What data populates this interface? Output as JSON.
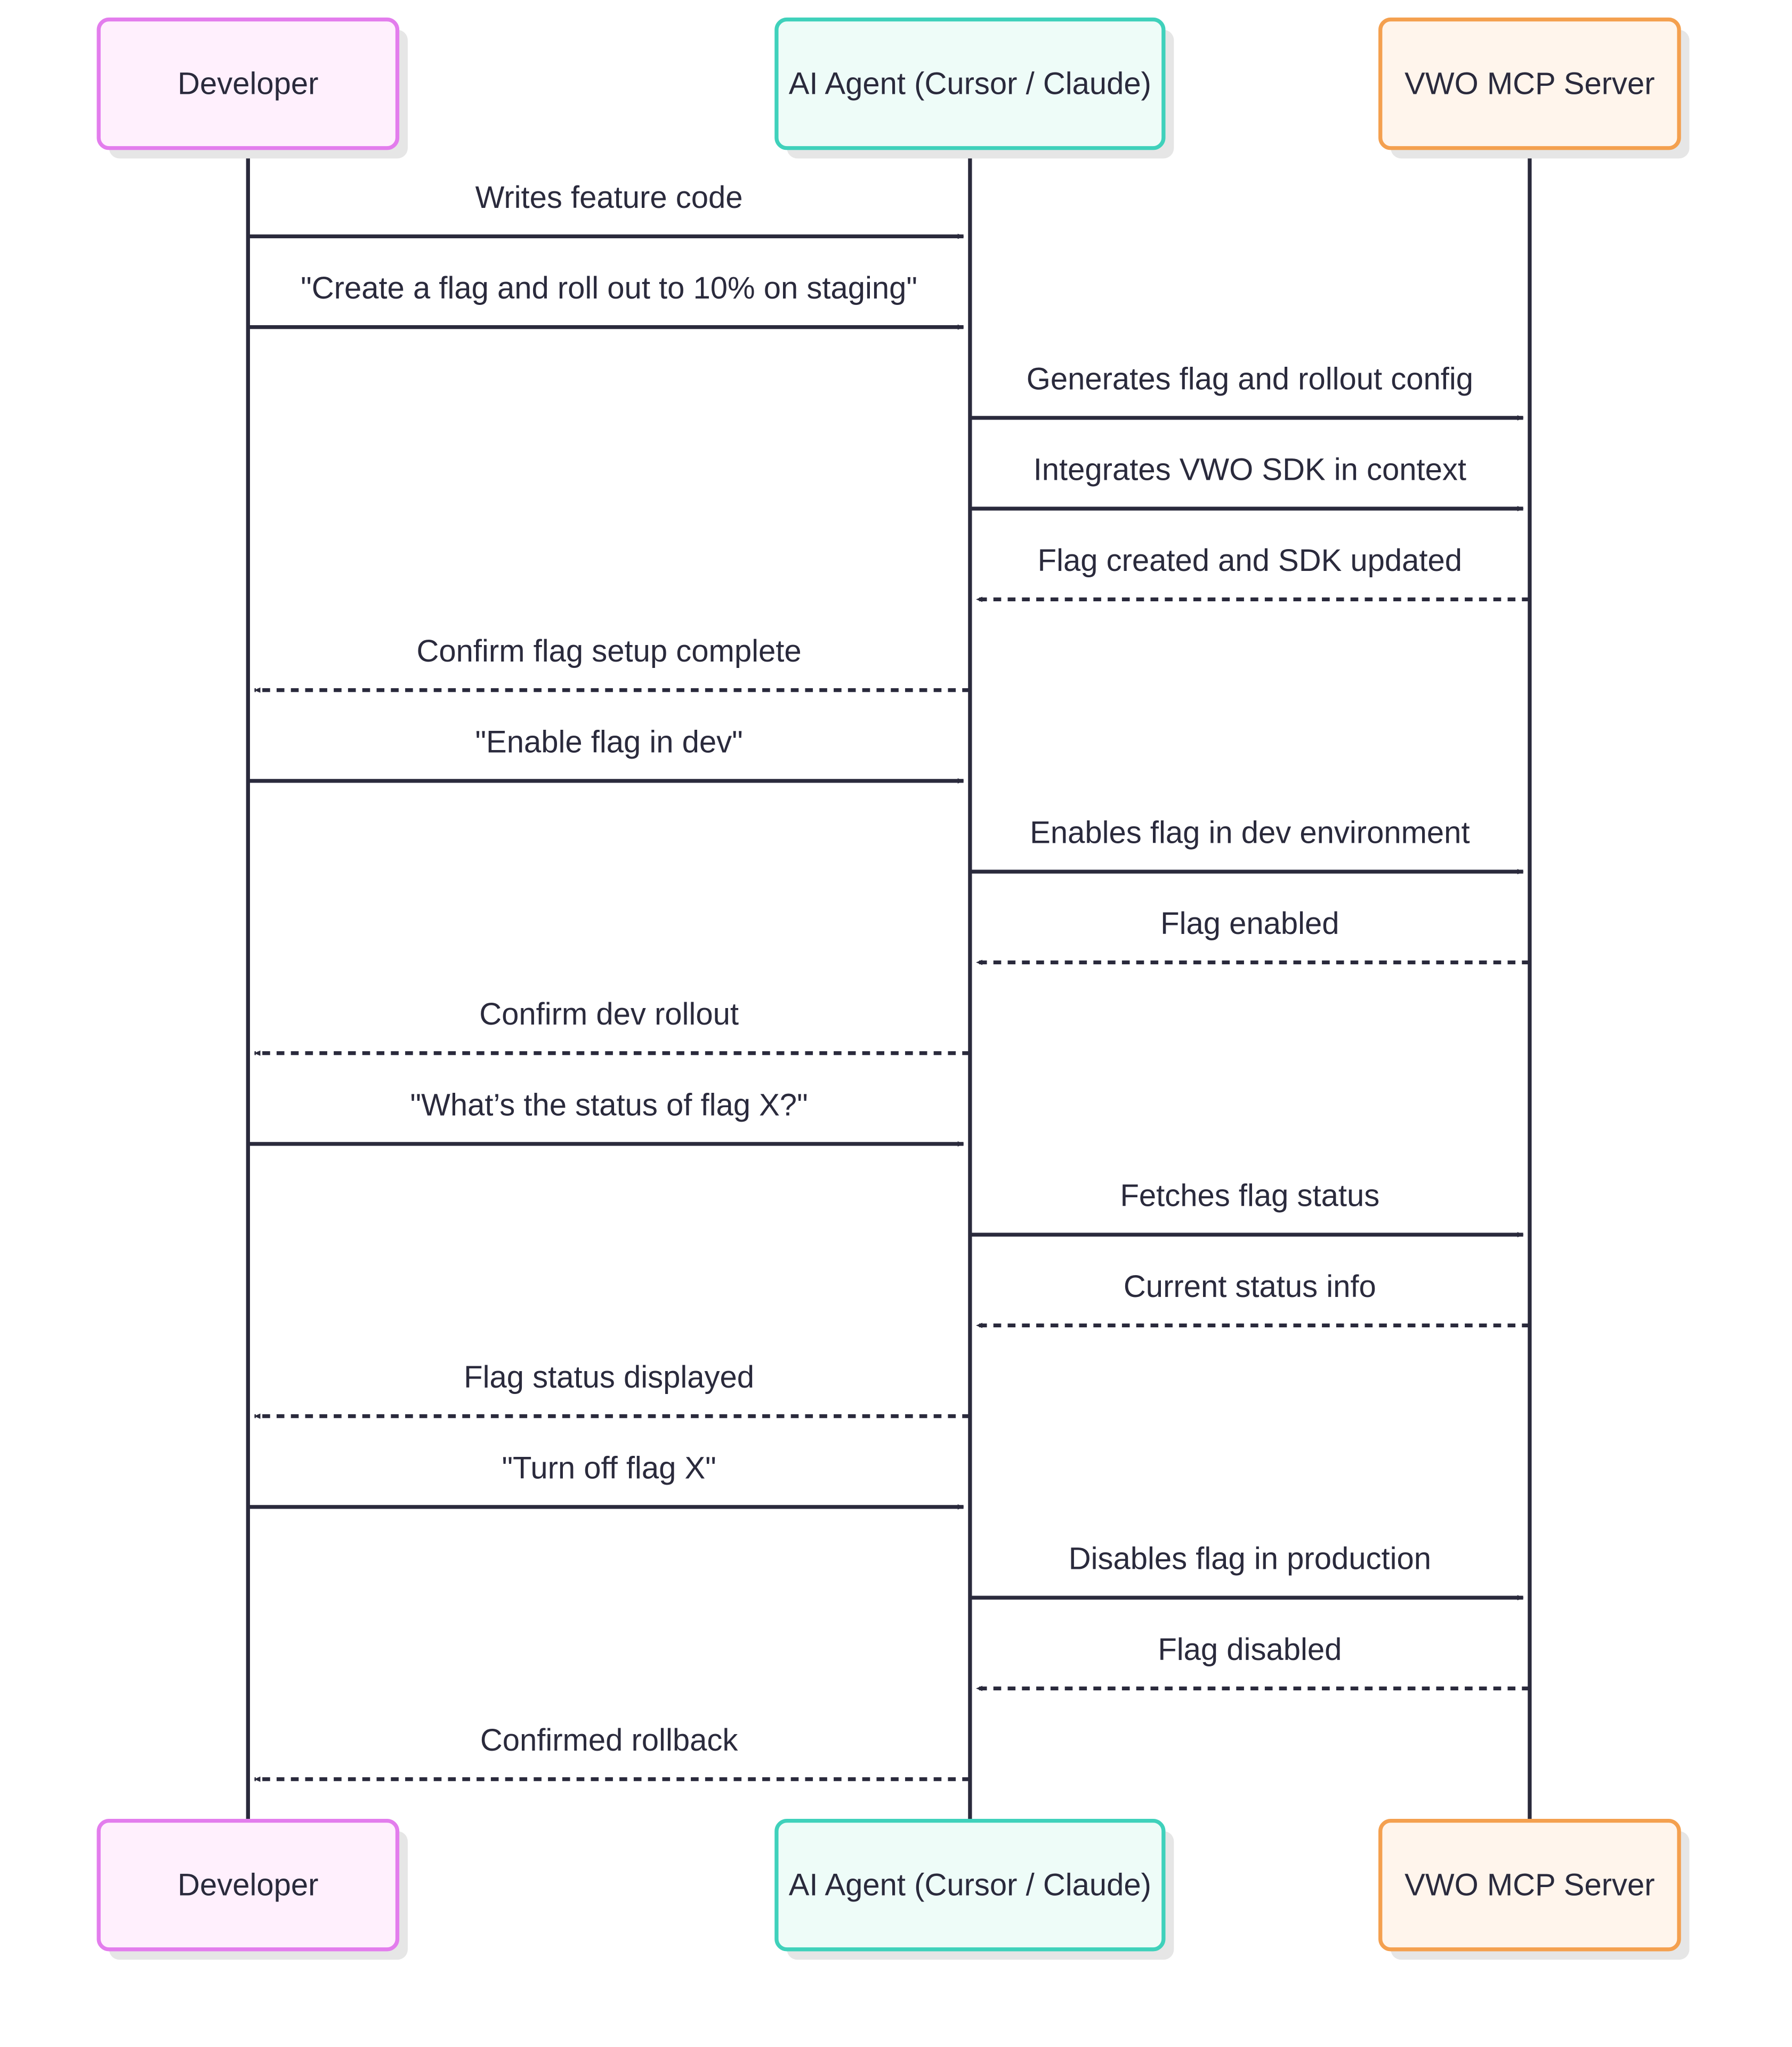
{
  "participants": [
    {
      "id": "dev",
      "label": "Developer",
      "fill": "#fff0fd",
      "stroke": "#e37ded"
    },
    {
      "id": "agent",
      "label": "AI Agent (Cursor / Claude)",
      "fill": "#eefcf8",
      "stroke": "#3fd1bb"
    },
    {
      "id": "mcp",
      "label": "VWO MCP Server",
      "fill": "#fff5ec",
      "stroke": "#f4a04f"
    }
  ],
  "messages": [
    {
      "from": "dev",
      "to": "agent",
      "label": "Writes feature code",
      "style": "solid"
    },
    {
      "from": "dev",
      "to": "agent",
      "label": "\"Create a flag and roll out to 10% on staging\"",
      "style": "solid"
    },
    {
      "from": "agent",
      "to": "mcp",
      "label": "Generates flag and rollout config",
      "style": "solid"
    },
    {
      "from": "agent",
      "to": "mcp",
      "label": "Integrates VWO SDK in context",
      "style": "solid"
    },
    {
      "from": "mcp",
      "to": "agent",
      "label": "Flag created and SDK updated",
      "style": "dashed"
    },
    {
      "from": "agent",
      "to": "dev",
      "label": "Confirm flag setup complete",
      "style": "dashed"
    },
    {
      "from": "dev",
      "to": "agent",
      "label": "\"Enable flag in dev\"",
      "style": "solid"
    },
    {
      "from": "agent",
      "to": "mcp",
      "label": "Enables flag in dev environment",
      "style": "solid"
    },
    {
      "from": "mcp",
      "to": "agent",
      "label": "Flag enabled",
      "style": "dashed"
    },
    {
      "from": "agent",
      "to": "dev",
      "label": "Confirm dev rollout",
      "style": "dashed"
    },
    {
      "from": "dev",
      "to": "agent",
      "label": "\"What’s the status of flag X?\"",
      "style": "solid"
    },
    {
      "from": "agent",
      "to": "mcp",
      "label": "Fetches flag status",
      "style": "solid"
    },
    {
      "from": "mcp",
      "to": "agent",
      "label": "Current status info",
      "style": "dashed"
    },
    {
      "from": "agent",
      "to": "dev",
      "label": "Flag status displayed",
      "style": "dashed"
    },
    {
      "from": "dev",
      "to": "agent",
      "label": "\"Turn off flag X\"",
      "style": "solid"
    },
    {
      "from": "agent",
      "to": "mcp",
      "label": "Disables flag in production",
      "style": "solid"
    },
    {
      "from": "mcp",
      "to": "agent",
      "label": "Flag disabled",
      "style": "dashed"
    },
    {
      "from": "agent",
      "to": "dev",
      "label": "Confirmed rollback",
      "style": "dashed"
    }
  ],
  "colors": {
    "line": "#2a2a3c",
    "text": "#2a2a3c",
    "shadow": "#e6e6e6"
  }
}
